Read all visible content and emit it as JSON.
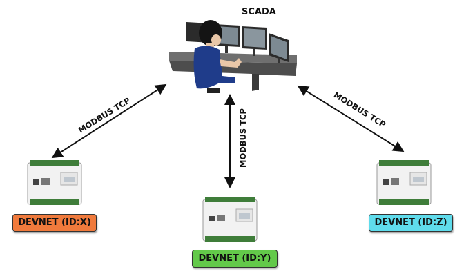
{
  "title": "SCADA",
  "links": [
    {
      "label": "MODBUS TCP"
    },
    {
      "label": "MODBUS TCP"
    },
    {
      "label": "MODBUS TCP"
    }
  ],
  "devices": [
    {
      "label": "DEVNET (ID:X)",
      "color": "#f07a3c"
    },
    {
      "label": "DEVNET (ID:Y)",
      "color": "#63c94a"
    },
    {
      "label": "DEVNET (ID:Z)",
      "color": "#5fdcec"
    }
  ],
  "colors": {
    "arrow": "#111111",
    "skin": "#e9c7a8",
    "shirt": "#1f3c8a",
    "monitor": "#2b2b2b"
  }
}
